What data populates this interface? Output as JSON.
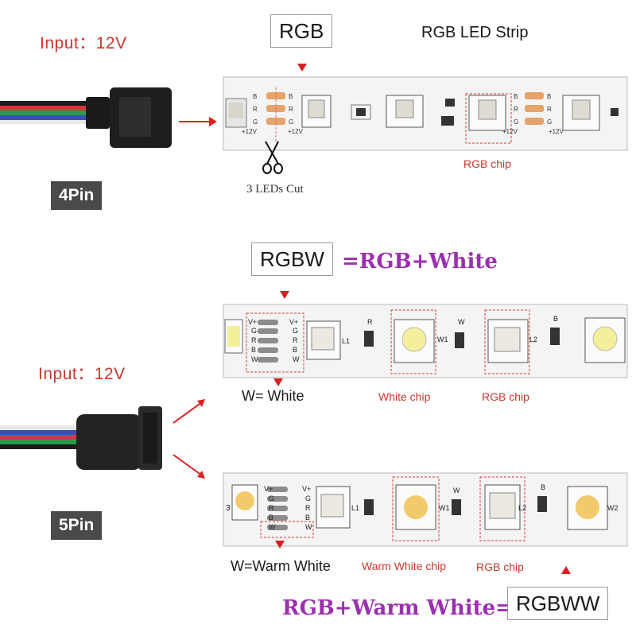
{
  "rgb_section": {
    "input_label": "Input：12V",
    "pin_label": "4Pin",
    "type_box": "RGB",
    "strip_title": "RGB LED Strip",
    "cut_note": "3 LEDs Cut",
    "chip_caption": "RGB chip",
    "pad_letters": [
      "B",
      "R",
      "G"
    ],
    "voltage_mark": "+12V"
  },
  "rgbw_section": {
    "input_label": "Input：12V",
    "pin_label": "5Pin",
    "type_box": "RGBW",
    "formula": "=RGB+White",
    "w_note": "W= White",
    "white_chip_caption": "White chip",
    "rgb_chip_caption": "RGB chip",
    "pad_letters": [
      "V+",
      "G",
      "R",
      "B",
      "W"
    ],
    "resistor_marks": [
      "R",
      "W",
      "B"
    ],
    "led_marks": [
      "L1",
      "W1",
      "L2"
    ]
  },
  "rgbww_section": {
    "type_box": "RGBWW",
    "formula": "RGB+Warm White=",
    "w_note": "W=Warm White",
    "warm_chip_caption": "Warm White chip",
    "rgb_chip_caption": "RGB chip",
    "pad_letters": [
      "V+",
      "G",
      "R",
      "B",
      "W"
    ],
    "resistor_marks": [
      "W",
      "B"
    ],
    "led_marks": [
      "L1",
      "W1",
      "L2",
      "W2"
    ]
  },
  "colors": {
    "accent_red": "#c8382e",
    "purple": "#9b2fb0",
    "dark_tag": "#4a4a4a",
    "white_led": "#f4ef9a",
    "warm_led": "#f2c96b",
    "rgb_led": "#ece9e2"
  }
}
